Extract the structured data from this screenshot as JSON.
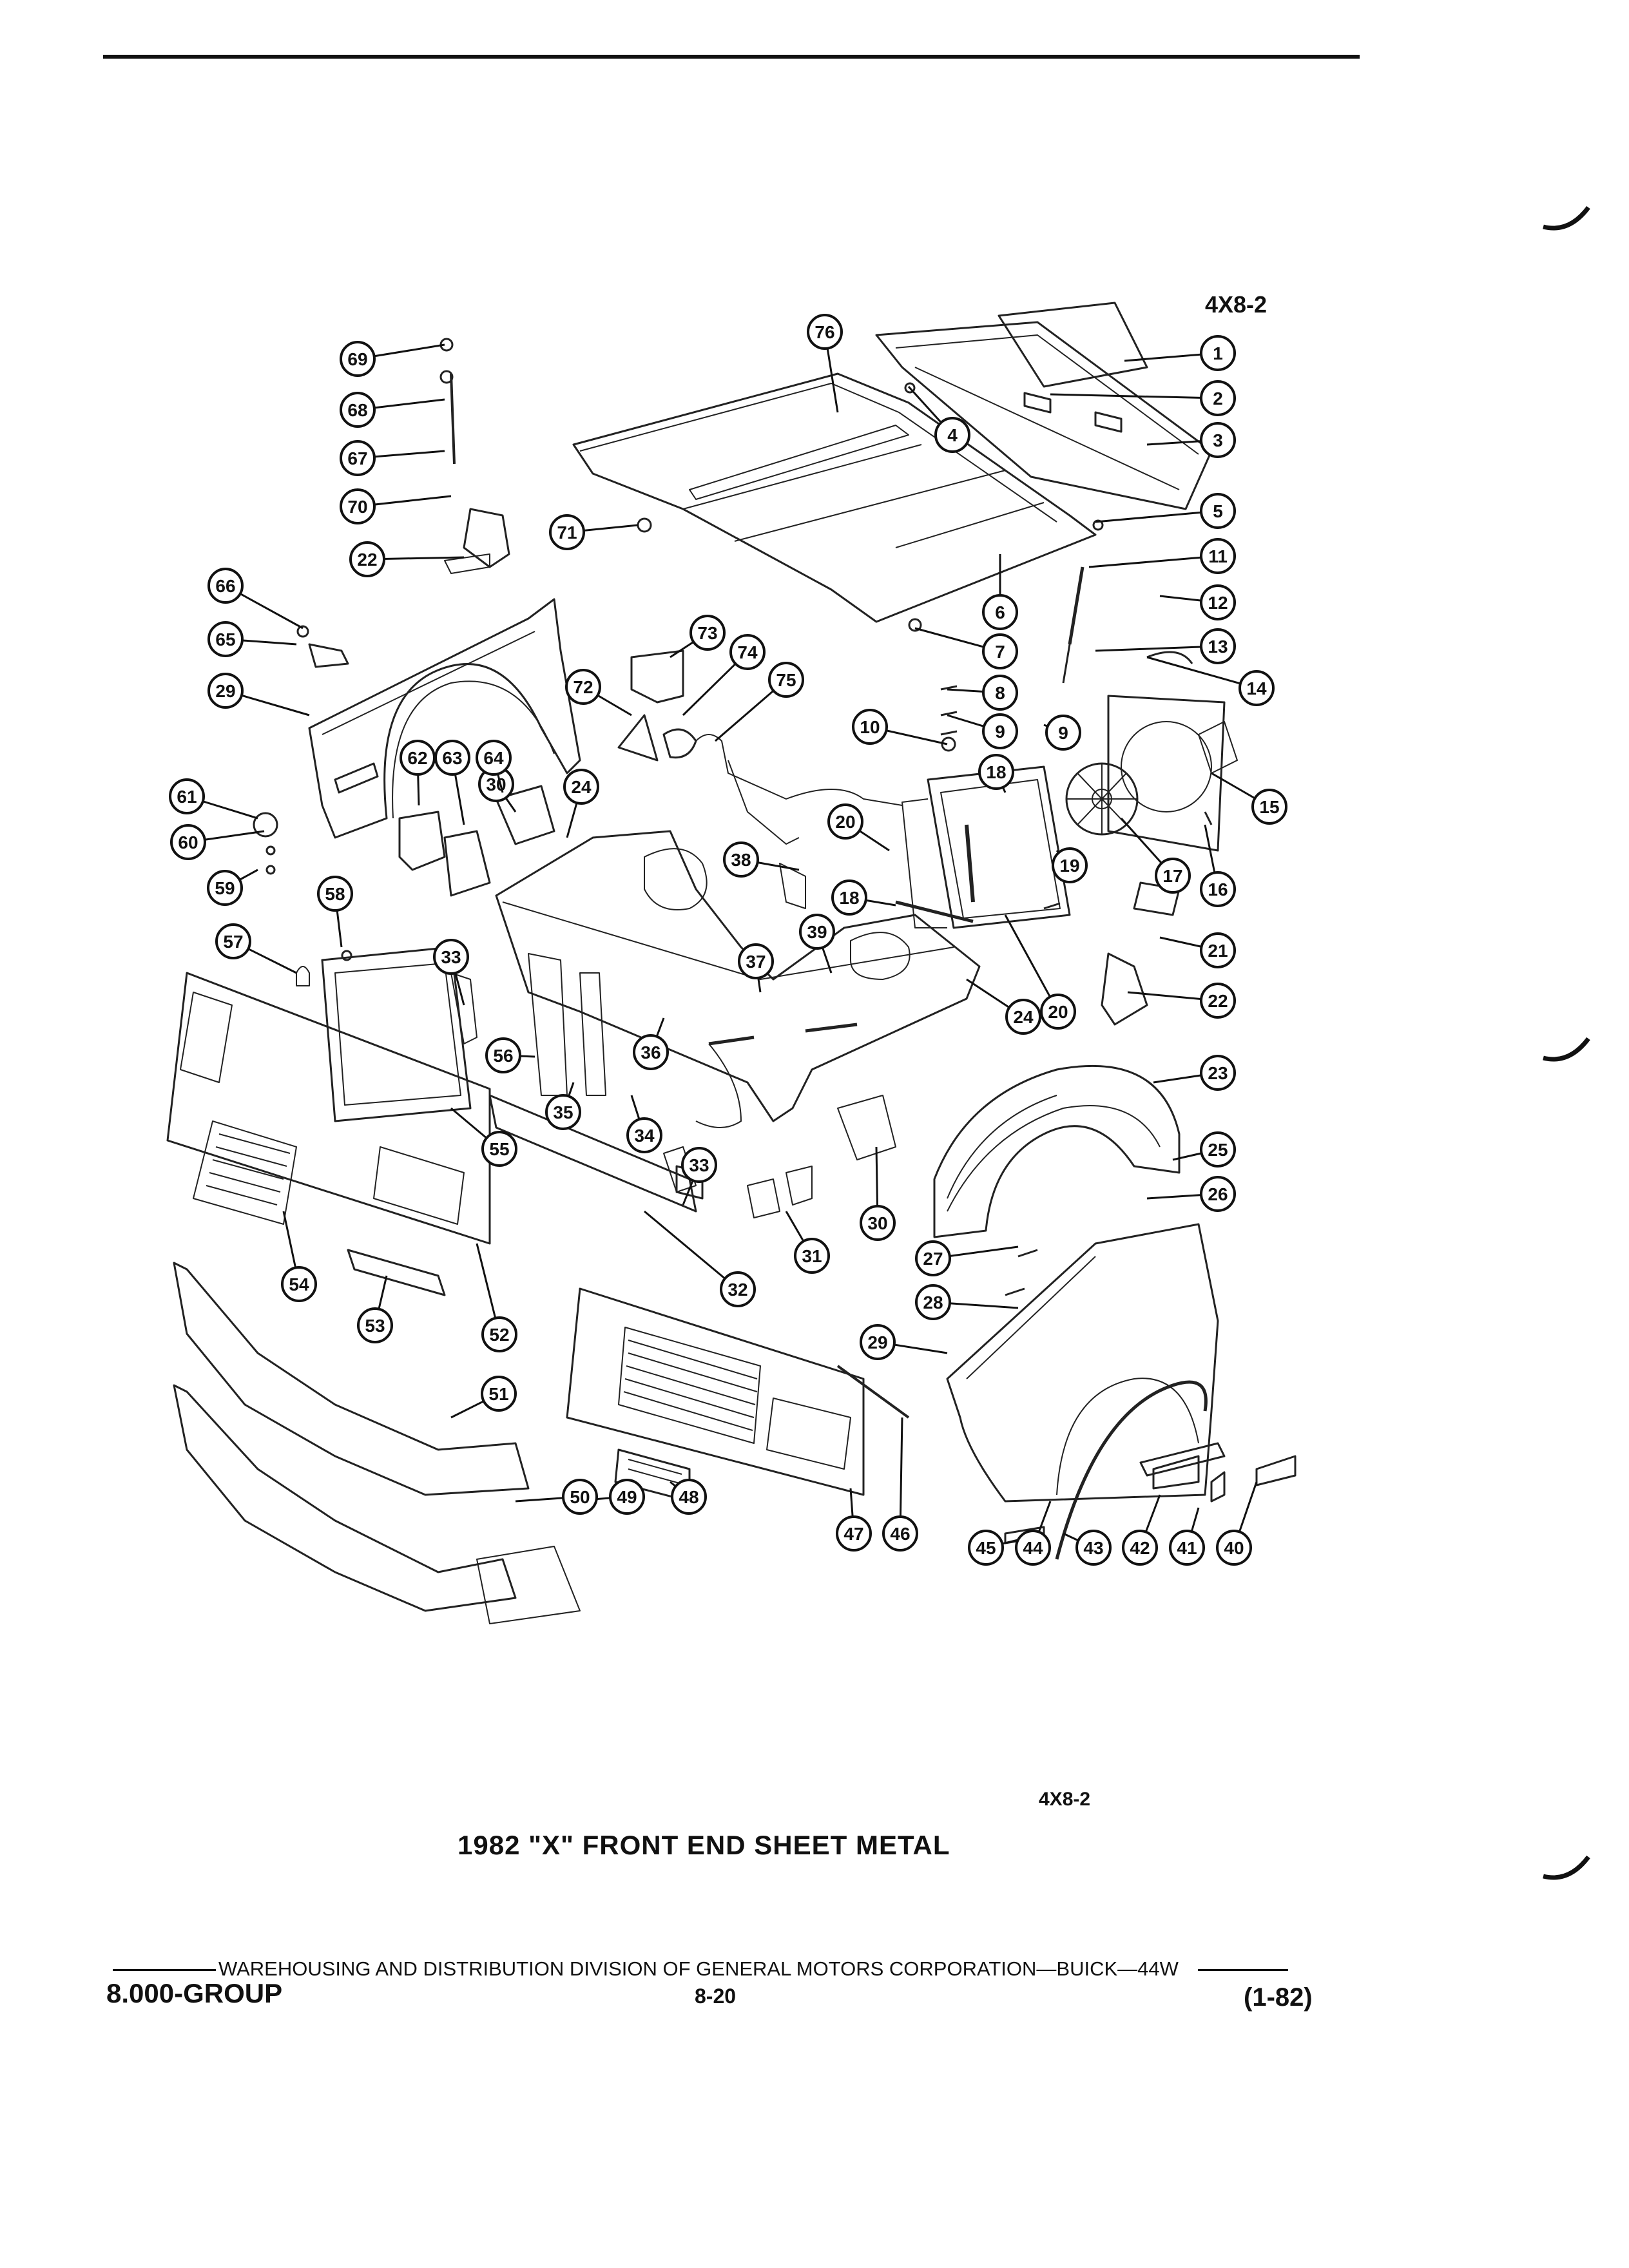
{
  "figure_tag_top": "4X8-2",
  "figure_tag_bottom": "4X8-2",
  "figure_title": "1982 \"X\" FRONT END SHEET METAL",
  "footer": {
    "division": "WAREHOUSING AND DISTRIBUTION  DIVISION OF GENERAL MOTORS CORPORATION—BUICK—44W",
    "group": "8.000-GROUP",
    "page": "8-20",
    "date": "(1-82)"
  },
  "callouts": [
    {
      "n": "1"
    },
    {
      "n": "2"
    },
    {
      "n": "3"
    },
    {
      "n": "4"
    },
    {
      "n": "5"
    },
    {
      "n": "6"
    },
    {
      "n": "7"
    },
    {
      "n": "8"
    },
    {
      "n": "9"
    },
    {
      "n": "9"
    },
    {
      "n": "10"
    },
    {
      "n": "11"
    },
    {
      "n": "12"
    },
    {
      "n": "13"
    },
    {
      "n": "14"
    },
    {
      "n": "15"
    },
    {
      "n": "16"
    },
    {
      "n": "17"
    },
    {
      "n": "18"
    },
    {
      "n": "18"
    },
    {
      "n": "19"
    },
    {
      "n": "20"
    },
    {
      "n": "20"
    },
    {
      "n": "21"
    },
    {
      "n": "22"
    },
    {
      "n": "22"
    },
    {
      "n": "23"
    },
    {
      "n": "24"
    },
    {
      "n": "24"
    },
    {
      "n": "25"
    },
    {
      "n": "26"
    },
    {
      "n": "27"
    },
    {
      "n": "28"
    },
    {
      "n": "29"
    },
    {
      "n": "29"
    },
    {
      "n": "30"
    },
    {
      "n": "30"
    },
    {
      "n": "31"
    },
    {
      "n": "32"
    },
    {
      "n": "33"
    },
    {
      "n": "33"
    },
    {
      "n": "34"
    },
    {
      "n": "35"
    },
    {
      "n": "36"
    },
    {
      "n": "37"
    },
    {
      "n": "38"
    },
    {
      "n": "39"
    },
    {
      "n": "40"
    },
    {
      "n": "41"
    },
    {
      "n": "42"
    },
    {
      "n": "43"
    },
    {
      "n": "44"
    },
    {
      "n": "45"
    },
    {
      "n": "46"
    },
    {
      "n": "47"
    },
    {
      "n": "48"
    },
    {
      "n": "49"
    },
    {
      "n": "50"
    },
    {
      "n": "51"
    },
    {
      "n": "52"
    },
    {
      "n": "53"
    },
    {
      "n": "54"
    },
    {
      "n": "55"
    },
    {
      "n": "56"
    },
    {
      "n": "57"
    },
    {
      "n": "58"
    },
    {
      "n": "59"
    },
    {
      "n": "60"
    },
    {
      "n": "61"
    },
    {
      "n": "62"
    },
    {
      "n": "63"
    },
    {
      "n": "64"
    },
    {
      "n": "65"
    },
    {
      "n": "66"
    },
    {
      "n": "67"
    },
    {
      "n": "68"
    },
    {
      "n": "69"
    },
    {
      "n": "70"
    },
    {
      "n": "71"
    },
    {
      "n": "72"
    },
    {
      "n": "73"
    },
    {
      "n": "74"
    },
    {
      "n": "75"
    },
    {
      "n": "76"
    }
  ]
}
